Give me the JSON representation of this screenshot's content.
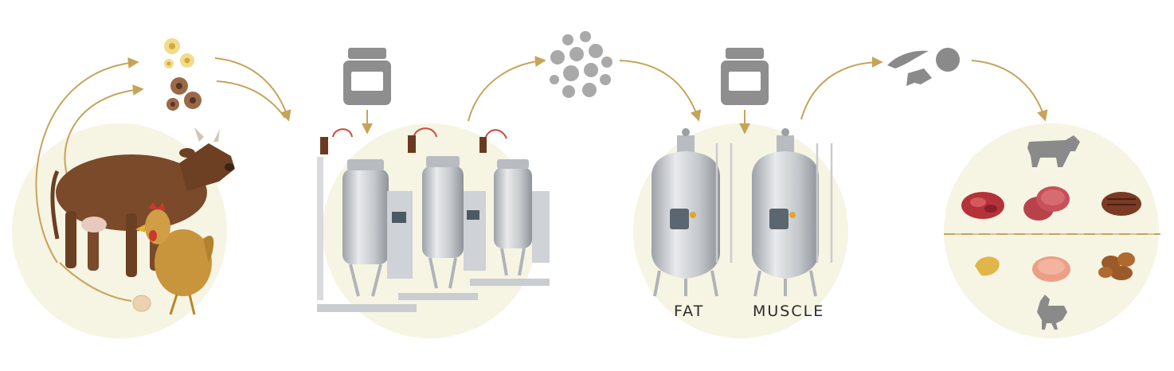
{
  "labels": {
    "fat": "FAT",
    "muscle": "MUSCLE"
  },
  "colors": {
    "circle_background": "#f6f4e3",
    "arrow": "#c7a35a",
    "jar": "#8e8e8e",
    "cell_grey": "#a9a9a9",
    "cow_brown": "#7a4a2a",
    "chicken_gold": "#c8943c",
    "steel": "#c9ccd0",
    "cable_red": "#c84a3c",
    "meat_red": "#b5323a",
    "fat_yellow": "#e2b54a",
    "silhouette_grey": "#8a8a8a"
  },
  "stages": [
    {
      "name": "donor-animals",
      "icons": [
        "cow-icon",
        "chicken-icon",
        "egg-icon"
      ]
    },
    {
      "name": "isolated-cells",
      "icons": [
        "yellow-cells-icon",
        "brown-cells-icon"
      ]
    },
    {
      "name": "proliferation-bioreactors",
      "icons": [
        "media-jar-icon",
        "bioreactor-icon"
      ]
    },
    {
      "name": "expanded-cells",
      "icons": [
        "grey-cells-icon"
      ]
    },
    {
      "name": "differentiation-tanks",
      "icons": [
        "media-jar-icon",
        "tank-icon"
      ]
    },
    {
      "name": "differentiated-cells",
      "icons": [
        "fat-cell-icon",
        "muscle-cell-icon"
      ]
    },
    {
      "name": "final-products",
      "icons": [
        "cow-silhouette-icon",
        "chicken-silhouette-icon",
        "ground-meat-icon",
        "burger-patty-icon",
        "steak-icon",
        "fat-piece-icon",
        "chicken-patty-icon",
        "chicken-nuggets-icon"
      ]
    }
  ]
}
